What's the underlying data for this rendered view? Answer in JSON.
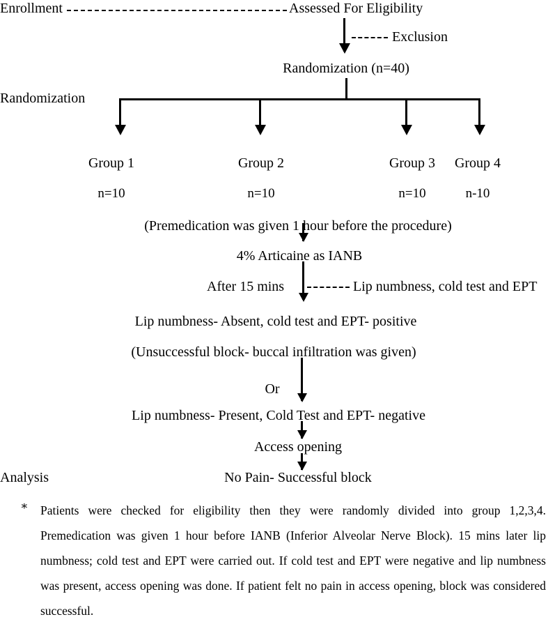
{
  "figure": {
    "type": "consort-flow-diagram",
    "title_absent": true
  },
  "stage_labels": {
    "enrollment": "Enrollment",
    "randomization": "Randomization",
    "analysis": "Analysis"
  },
  "nodes": {
    "assessed": "Assessed For Eligibility",
    "exclusion": "Exclusion",
    "randomization_n": "Randomization (n=40)",
    "premedication": "(Premedication was given 1 hour before the procedure)",
    "articaine": "4% Articaine as IANB",
    "after15": "After 15 mins",
    "tests": "Lip numbness, cold test and EPT",
    "absent": "Lip numbness- Absent, cold test and EPT- positive",
    "unsuccessful": "(Unsuccessful block- buccal infiltration was given)",
    "or": "Or",
    "present": "Lip numbness- Present, Cold Test and EPT- negative",
    "access": "Access opening",
    "nopain": "No Pain- Successful block"
  },
  "groups": [
    {
      "name": "Group 1",
      "n": "n=10"
    },
    {
      "name": "Group 2",
      "n": "n=10"
    },
    {
      "name": "Group 3",
      "n": "n=10"
    },
    {
      "name": "Group 4",
      "n": "n-10"
    }
  ],
  "footnote": {
    "marker": "∗",
    "text": "Patients were checked for eligibility then they were randomly divided into group 1,2,3,4. Premedication was given 1 hour before IANB (Inferior Alveolar Nerve Block). 15 mins later lip numbness; cold test and EPT were carried out. If cold test and EPT were negative and lip numbness was present, access opening was done. If patient felt no pain in access opening, block was considered successful."
  },
  "colors": {
    "ink": "#000000",
    "paper": "#ffffff"
  }
}
